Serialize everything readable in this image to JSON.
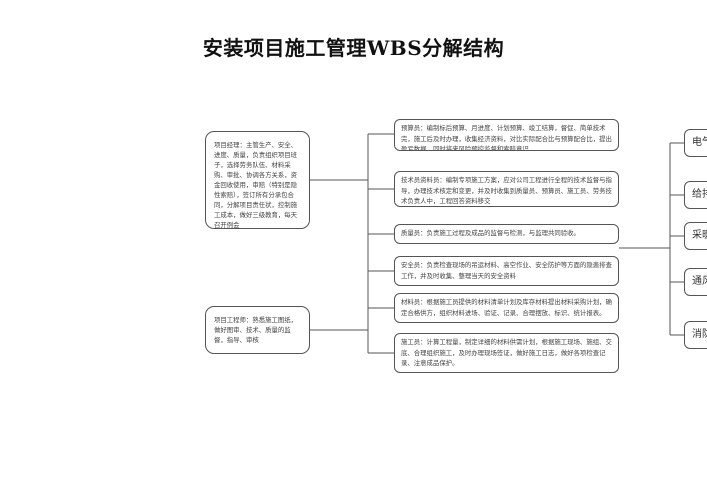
{
  "title": "安装项目施工管理WBS分解结构",
  "left_boxes": {
    "project_manager": "项目经理：主管生产、安全、进度、质量，负责组织项目班子，选择劳务队伍、材料采购、审批、协调各方关系，资金回收使用，审赔（特别是隐性索赔），签订所有分承包合同，分解项目责任状，控制施工成本，做好三级教育，每天召开例会",
    "project_engineer": "项目工程师：熟悉施工图纸，做好图审、技术、质量的监督，指导、审核"
  },
  "right_boxes": [
    "预算员：编制标后预算、月进度、计划预算、竣工结算，督促、简单技术完，施工后及时办理，收集经济资料，对比实际配合比与预算配合比，提出盈亏数据，同时将来风险预控监督和索赔意识",
    "技术员资料员：编制专项施工方案，应对公司工程进行全程的技术监督与指导，办理技术核定和变更，并及时收集到质量员、预算员、施工员、劳务技术负责人中，工程回答资料移交",
    "质量员：负责施工过程及成品的监督与检测，与监理共同验收。",
    "安全员：负责检查现场的吊运材料、高空作业、安全防护等方面的隐患排查工作，并及时收集、整理当天的安全资料",
    "材料员：根据施工员提供的材料清单计划及库存材料提出材料采购计划，确定合格供方，组织材料进场、验证、记录、合理摆放、标识、统计报表。",
    "施工员：计算工程量，制定详细的材料供需计划，根据施工现场、施组、交底、合理组织施工，及时办理现场签证，做好施工日志，做好各项检查记录、注意成品保护。"
  ],
  "far_right": [
    "电气",
    "给排",
    "采暖",
    "通风",
    "消防"
  ]
}
